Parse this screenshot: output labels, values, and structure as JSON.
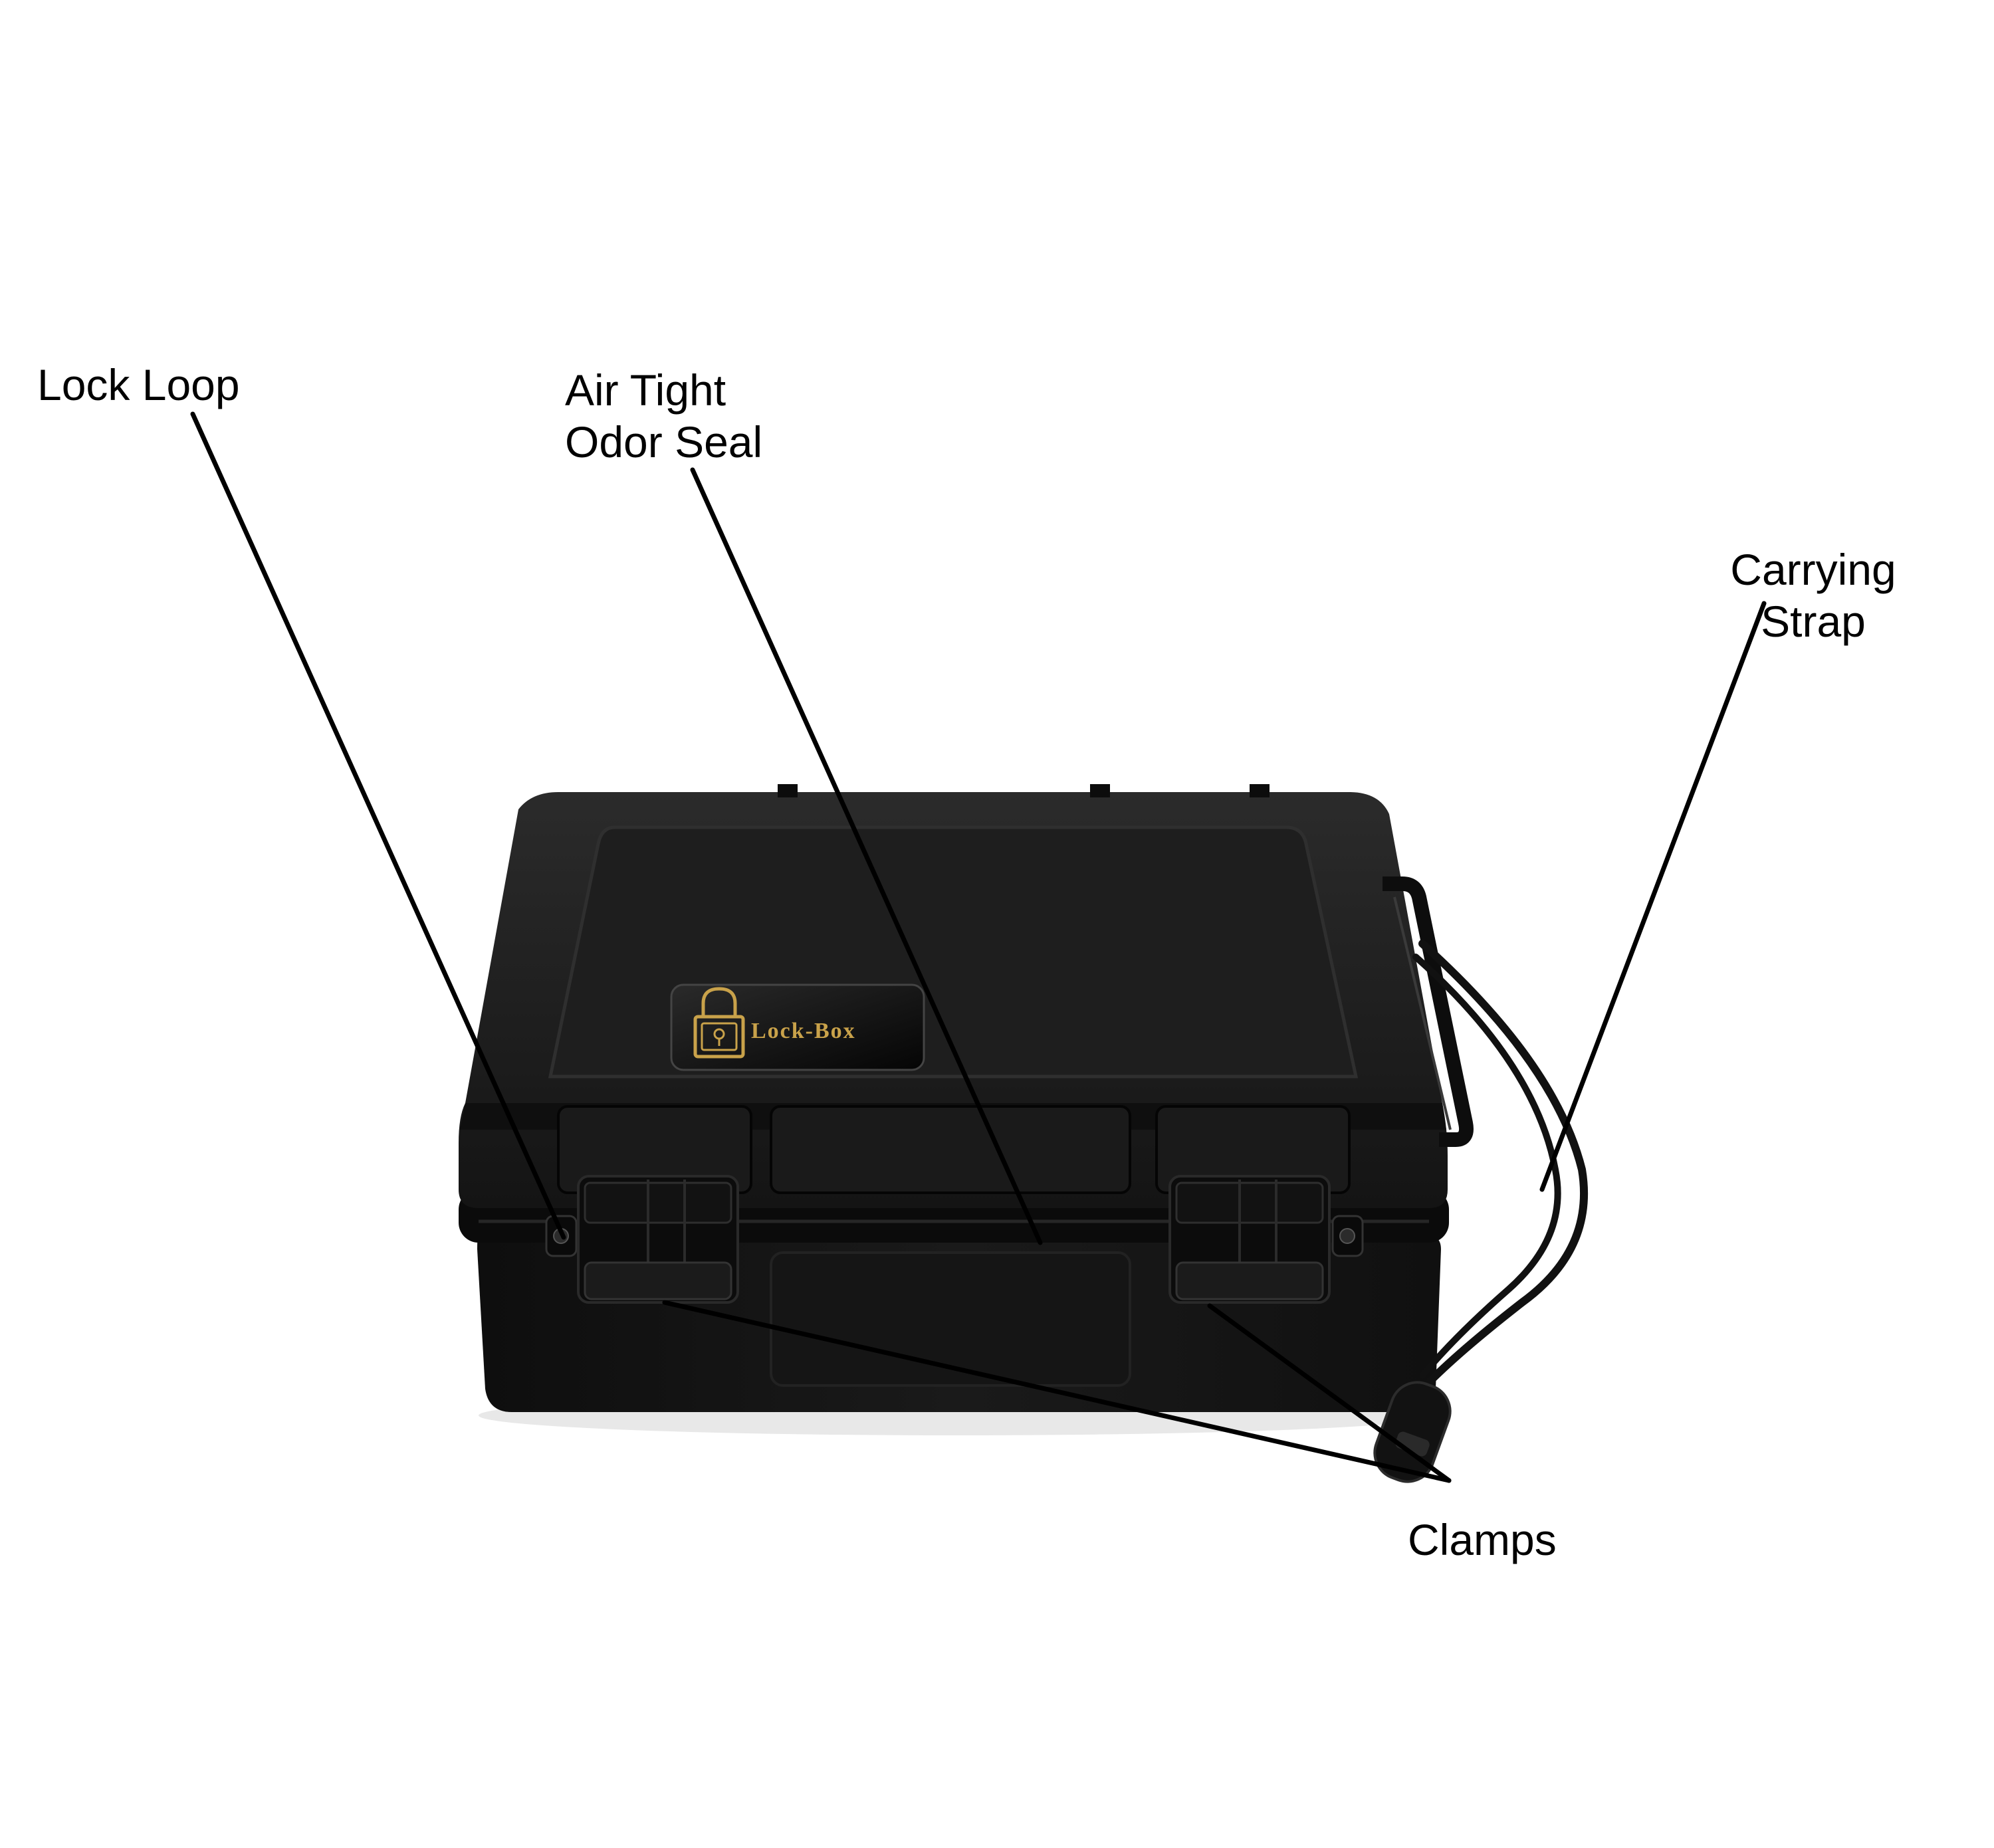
{
  "labels": {
    "lock_loop": "Lock Loop",
    "air_seal": [
      "Air Tight",
      "Odor Seal"
    ],
    "carrying_strap": [
      "Carrying",
      "Strap"
    ],
    "clamps": "Clamps"
  },
  "product": {
    "brand": "Lock-Box"
  },
  "colors": {
    "case": "#161616",
    "case_highlight": "#2a2a2a",
    "badge_gold": "#c9a24a",
    "leader_line": "#000000",
    "background": "#ffffff"
  }
}
